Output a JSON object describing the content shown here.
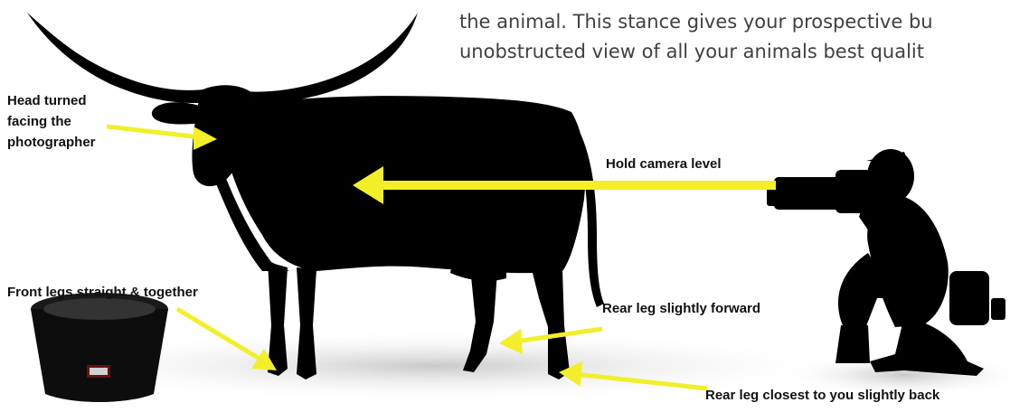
{
  "intro": {
    "line1": "the animal. This stance gives your prospective bu",
    "line2": "unobstructed view of all your animals best qualit"
  },
  "labels": {
    "head_line1": "Head turned",
    "head_line2": "facing the",
    "head_line3": "photographer",
    "camera": "Hold camera level",
    "front_legs": "Front legs straight & together",
    "rear_forward": "Rear leg slightly forward",
    "rear_back": "Rear leg closest to you slightly back"
  },
  "colors": {
    "arrow": "#f2ef2a",
    "silhouette": "#000000",
    "shadow": "#d4d4d4",
    "text": "#111111"
  },
  "icons": {
    "cow": "longhorn-cow-silhouette",
    "photographer": "crouching-photographer-silhouette",
    "tub": "black-feed-tub"
  }
}
